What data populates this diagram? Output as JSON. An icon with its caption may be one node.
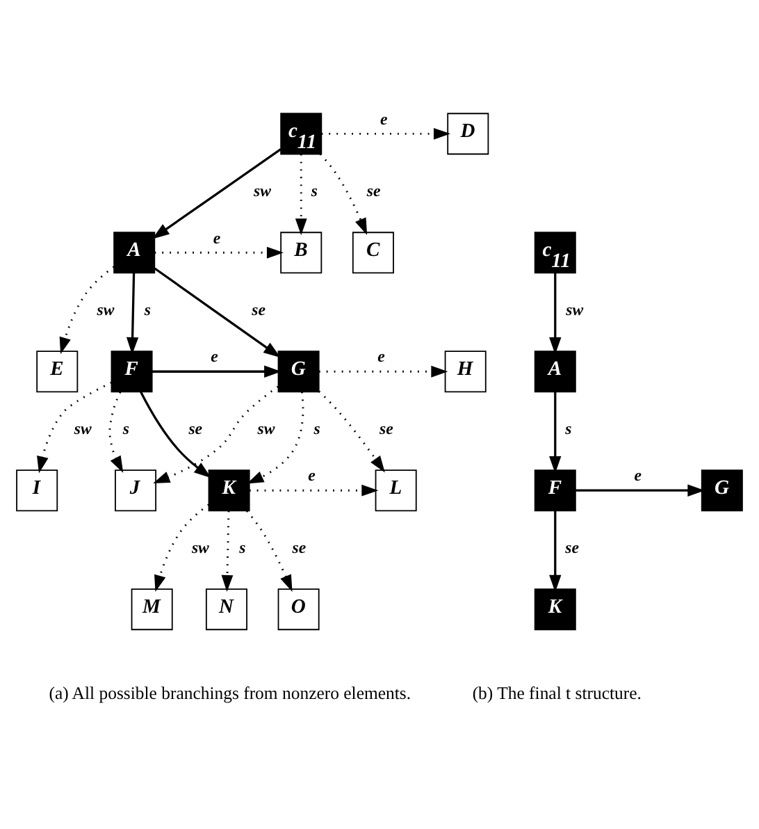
{
  "diagram": {
    "nodes": [
      {
        "text": [
          "c$_{11}$"
        ]
      },
      {
        "text": [
          "D"
        ]
      },
      {
        "text": [
          "A"
        ]
      },
      {
        "text": [
          "B"
        ]
      },
      {
        "text": [
          "C"
        ]
      },
      {
        "text": [
          "E"
        ]
      },
      {
        "text": [
          "F"
        ]
      },
      {
        "text": [
          "G"
        ]
      },
      {
        "text": [
          "H"
        ]
      },
      {
        "text": [
          "I"
        ]
      },
      {
        "text": [
          "J"
        ]
      },
      {
        "text": [
          "K"
        ]
      },
      {
        "text": [
          "L"
        ]
      },
      {
        "text": [
          "M"
        ]
      },
      {
        "text": [
          "N"
        ]
      },
      {
        "text": [
          "O"
        ]
      },
      {
        "text": [
          "c$_{11}$"
        ]
      },
      {
        "text": [
          "A"
        ]
      },
      {
        "text": [
          "F"
        ]
      },
      {
        "text": [
          "G"
        ]
      },
      {
        "text": [
          "K"
        ]
      }
    ],
    "edges": [
      {
        "from": 0,
        "to": 1,
        "arrow": "to",
        "label": "e",
        "style": "dashed"
      },
      {
        "from": 0,
        "to": 2,
        "arrow": "to",
        "label": "sw"
      },
      {
        "from": 0,
        "to": 3,
        "arrow": "to",
        "label": "s",
        "style": "dashed"
      },
      {
        "from": 0,
        "to": 4,
        "arrow": "to",
        "label": "se",
        "style": "dashed"
      },
      {
        "from": 2,
        "to": 3,
        "arrow": "to",
        "label": "e",
        "style": "dashed"
      },
      {
        "from": 2,
        "to": 5,
        "arrow": "to",
        "label": "sw",
        "style": "dashed"
      },
      {
        "from": 2,
        "to": 6,
        "arrow": "to",
        "label": "s"
      },
      {
        "from": 2,
        "to": 7,
        "arrow": "to",
        "label": "se"
      },
      {
        "from": 6,
        "to": 7,
        "arrow": "to",
        "label": "e"
      },
      {
        "from": 7,
        "to": 8,
        "arrow": "to",
        "label": "e",
        "style": "dashed"
      },
      {
        "from": 6,
        "to": 9,
        "arrow": "to",
        "label": "sw",
        "style": "dashed"
      },
      {
        "from": 6,
        "to": 10,
        "arrow": "to",
        "label": "s",
        "style": "dashed"
      },
      {
        "from": 6,
        "to": 11,
        "arrow": "to",
        "label": "se"
      },
      {
        "from": 7,
        "to": 10,
        "arrow": "to",
        "label": "sw",
        "style": "dashed"
      },
      {
        "from": 7,
        "to": 11,
        "arrow": "to",
        "label": "s",
        "style": "dashed"
      },
      {
        "from": 7,
        "to": 12,
        "arrow": "to",
        "label": "se",
        "style": "dashed"
      },
      {
        "from": 11,
        "to": 12,
        "arrow": "to",
        "label": "e",
        "style": "dashed"
      },
      {
        "from": 11,
        "to": 13,
        "arrow": "to",
        "label": "sw",
        "style": "dashed"
      },
      {
        "from": 11,
        "to": 14,
        "arrow": "to",
        "label": "s",
        "style": "dashed"
      },
      {
        "from": 11,
        "to": 15,
        "arrow": "to",
        "label": "se",
        "style": "dashed"
      },
      {
        "from": 16,
        "to": 17,
        "arrow": "to",
        "label": "sw"
      },
      {
        "from": 17,
        "to": 18,
        "arrow": "to",
        "label": "s"
      },
      {
        "from": 18,
        "to": 19,
        "arrow": "to",
        "label": "e"
      },
      {
        "from": 18,
        "to": 20,
        "arrow": "to",
        "label": "se"
      }
    ],
    "labels": [
      "(a) All possible branchings from nonzero elements.",
      "(b) The final t structure."
    ]
  }
}
